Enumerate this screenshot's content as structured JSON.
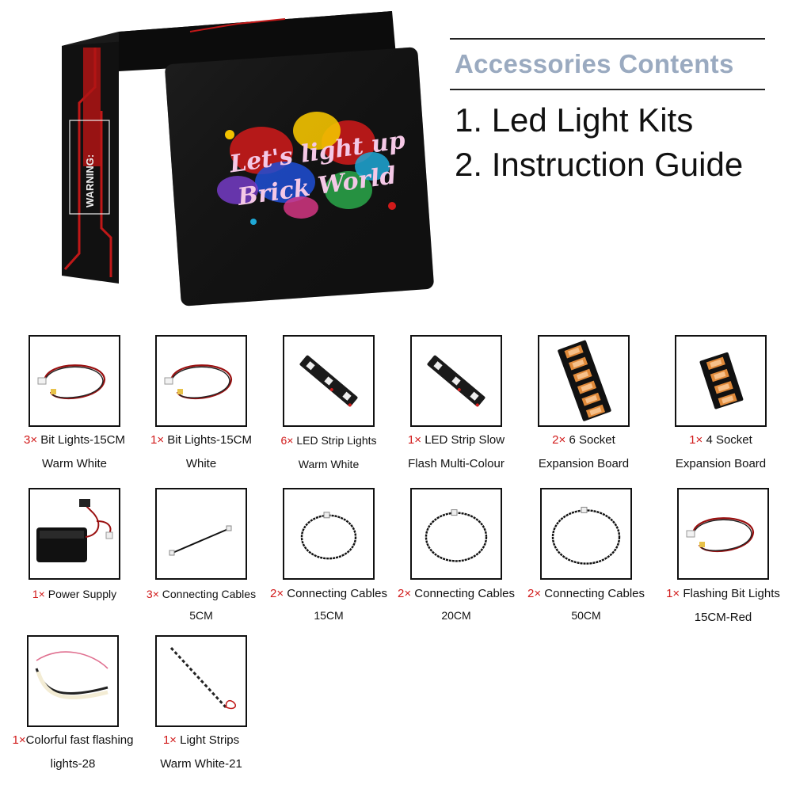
{
  "box": {
    "warning_label": "WARNING:",
    "card_text_line1": "Let's light up",
    "card_text_line2": "Brick World"
  },
  "header": {
    "title": "Accessories Contents",
    "lines": [
      "1. Led Light Kits",
      "2. Instruction Guide"
    ]
  },
  "colors": {
    "title": "#9aaac0",
    "quantity": "#d11a1a",
    "border": "#111111"
  },
  "items": [
    {
      "qty": "3×",
      "line1": "Bit Lights-15CM",
      "line2": "Warm White",
      "icon": "bit-light-icon"
    },
    {
      "qty": "1×",
      "line1": "Bit Lights-15CM",
      "line2": "White",
      "icon": "bit-light-icon"
    },
    {
      "qty": "6×",
      "line1": "LED Strip Lights",
      "line2": "Warm White",
      "icon": "led-strip-icon"
    },
    {
      "qty": "1×",
      "line1": "LED Strip Slow",
      "line2": "Flash Multi-Colour",
      "icon": "led-strip-icon"
    },
    {
      "qty": "2×",
      "line1": "6 Socket",
      "line2": "Expansion Board",
      "icon": "expansion-board-icon"
    },
    {
      "qty": "1×",
      "line1": "4 Socket",
      "line2": "Expansion Board",
      "icon": "expansion-board-icon"
    },
    {
      "qty": "1×",
      "line1": "Power Supply",
      "line2": "",
      "icon": "battery-box-icon"
    },
    {
      "qty": "3×",
      "line1": "Connecting Cables",
      "line2": "5CM",
      "icon": "cable-icon"
    },
    {
      "qty": "2×",
      "line1": "Connecting Cables",
      "line2": "15CM",
      "icon": "cable-icon"
    },
    {
      "qty": "2×",
      "line1": "Connecting Cables",
      "line2": "20CM",
      "icon": "cable-icon"
    },
    {
      "qty": "2×",
      "line1": "Connecting Cables",
      "line2": "50CM",
      "icon": "cable-icon"
    },
    {
      "qty": "1×",
      "line1": "Flashing Bit Lights",
      "line2": "15CM-Red",
      "icon": "bit-light-icon"
    },
    {
      "qty": "1×",
      "line1": "Colorful fast flashing",
      "line2": "lights-28",
      "icon": "light-strip-icon"
    },
    {
      "qty": "1×",
      "line1": "Light Strips",
      "line2": "Warm White-21",
      "icon": "light-strip-icon"
    }
  ]
}
